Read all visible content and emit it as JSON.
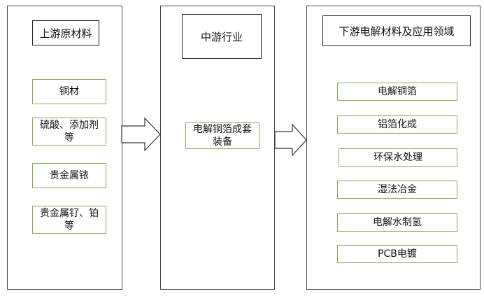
{
  "upstream": {
    "title": "上游原材料",
    "items": [
      "铜材",
      "硫酸、添加剂等",
      "贵金属铱",
      "贵金属钌、铂等"
    ]
  },
  "midstream": {
    "title": "中游行业",
    "items": [
      "电解铜箔成套装备"
    ]
  },
  "downstream": {
    "title": "下游电解材料及应用领域",
    "items": [
      "电解铜箔",
      "铝箔化成",
      "环保水处理",
      "湿法冶金",
      "电解水制氢",
      "PCB电镀"
    ]
  }
}
